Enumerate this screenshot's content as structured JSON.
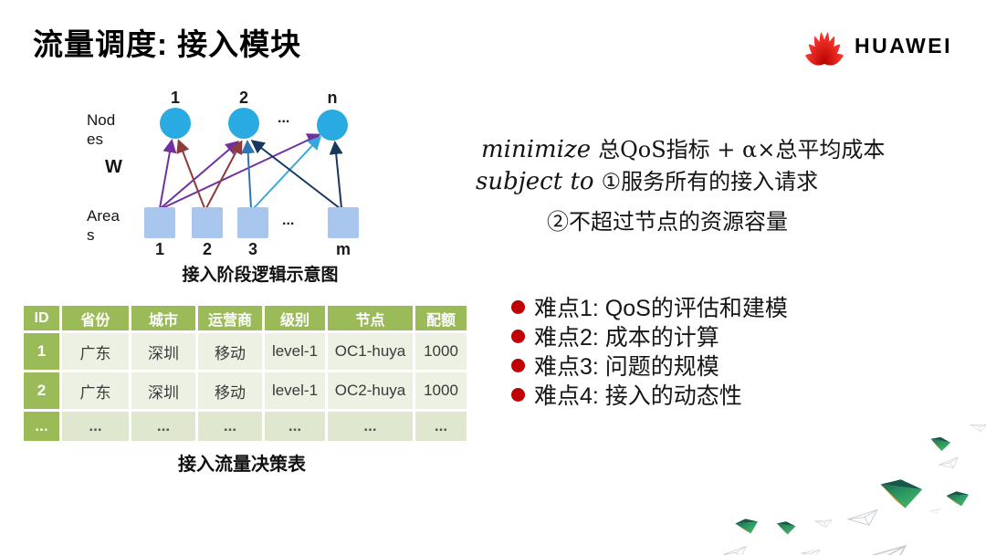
{
  "title": "流量调度: 接入模块",
  "logo": {
    "brand": "HUAWEI",
    "brand_color": "#E60012"
  },
  "diagram": {
    "nodes_label": "Nodes",
    "weight_label": "W",
    "areas_label": "Areas",
    "node_labels": [
      "1",
      "2",
      "n"
    ],
    "node_ellipsis": "...",
    "area_labels": [
      "1",
      "2",
      "3",
      "m"
    ],
    "area_ellipsis": "...",
    "caption": "接入阶段逻辑示意图",
    "colors": {
      "node_fill": "#29ABE2",
      "area_fill": "#A9C7EE",
      "edge_purple": "#7030A0",
      "edge_maroon": "#8E3B3B",
      "edge_blue": "#2E74B5",
      "edge_lightblue": "#38A5DC",
      "edge_navy": "#17375E"
    }
  },
  "formula": {
    "objective_keyword": "minimize",
    "objective_text": "总QoS指标 + α×总平均成本",
    "constraint_keyword": "subject to",
    "constraints": [
      "①服务所有的接入请求",
      "②不超过节点的资源容量"
    ]
  },
  "table": {
    "headers": [
      "ID",
      "省份",
      "城市",
      "运营商",
      "级别",
      "节点",
      "配额"
    ],
    "rows": [
      [
        "1",
        "广东",
        "深圳",
        "移动",
        "level-1",
        "OC1-huya",
        "1000"
      ],
      [
        "2",
        "广东",
        "深圳",
        "移动",
        "level-1",
        "OC2-huya",
        "1000"
      ],
      [
        "...",
        "...",
        "...",
        "...",
        "...",
        "...",
        "..."
      ]
    ],
    "caption": "接入流量决策表",
    "colors": {
      "header_bg": "#9BBB59",
      "row_bg": "#EDF1E3",
      "alt_row_bg": "#DFE8CF"
    }
  },
  "challenges": {
    "bullet_color": "#C00000",
    "items": [
      "难点1: QoS的评估和建模",
      "难点2: 成本的计算",
      "难点3: 问题的规模",
      "难点4: 接入的动态性"
    ]
  }
}
